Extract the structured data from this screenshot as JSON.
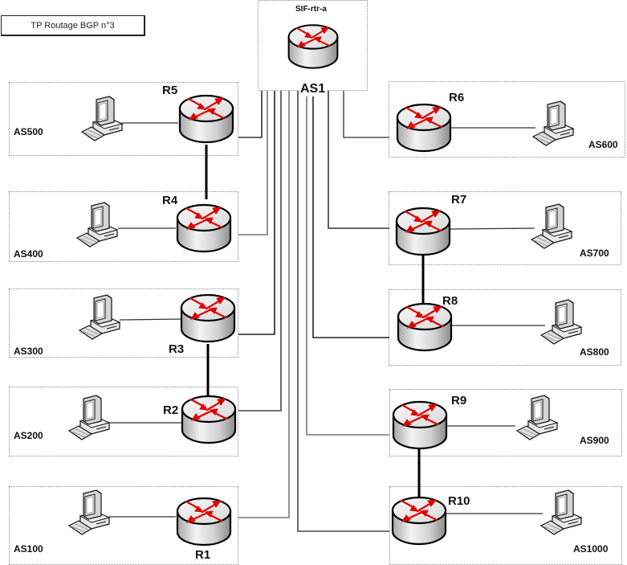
{
  "title": "TP Routage BGP n°3",
  "core": {
    "router_name": "SIF-rtr-a",
    "as_label": "AS1"
  },
  "left_column": [
    {
      "router": "R5",
      "as": "AS500"
    },
    {
      "router": "R4",
      "as": "AS400"
    },
    {
      "router": "R3",
      "as": "AS300"
    },
    {
      "router": "R2",
      "as": "AS200"
    },
    {
      "router": "R1",
      "as": "AS100"
    }
  ],
  "right_column": [
    {
      "router": "R6",
      "as": "AS600"
    },
    {
      "router": "R7",
      "as": "AS700"
    },
    {
      "router": "R8",
      "as": "AS800"
    },
    {
      "router": "R9",
      "as": "AS900"
    },
    {
      "router": "R10",
      "as": "AS1000"
    }
  ],
  "peer_links": [
    [
      "R5",
      "R4"
    ],
    [
      "R3",
      "R2"
    ],
    [
      "R7",
      "R8"
    ],
    [
      "R9",
      "R10"
    ]
  ],
  "core_links": [
    "R1",
    "R2",
    "R3",
    "R4",
    "R5",
    "R6",
    "R7",
    "R8",
    "R9",
    "R10"
  ],
  "colors": {
    "arrow": "#e00000",
    "router_body": "#d8d8d8",
    "link": "#222222",
    "link_grey": "#777777"
  }
}
